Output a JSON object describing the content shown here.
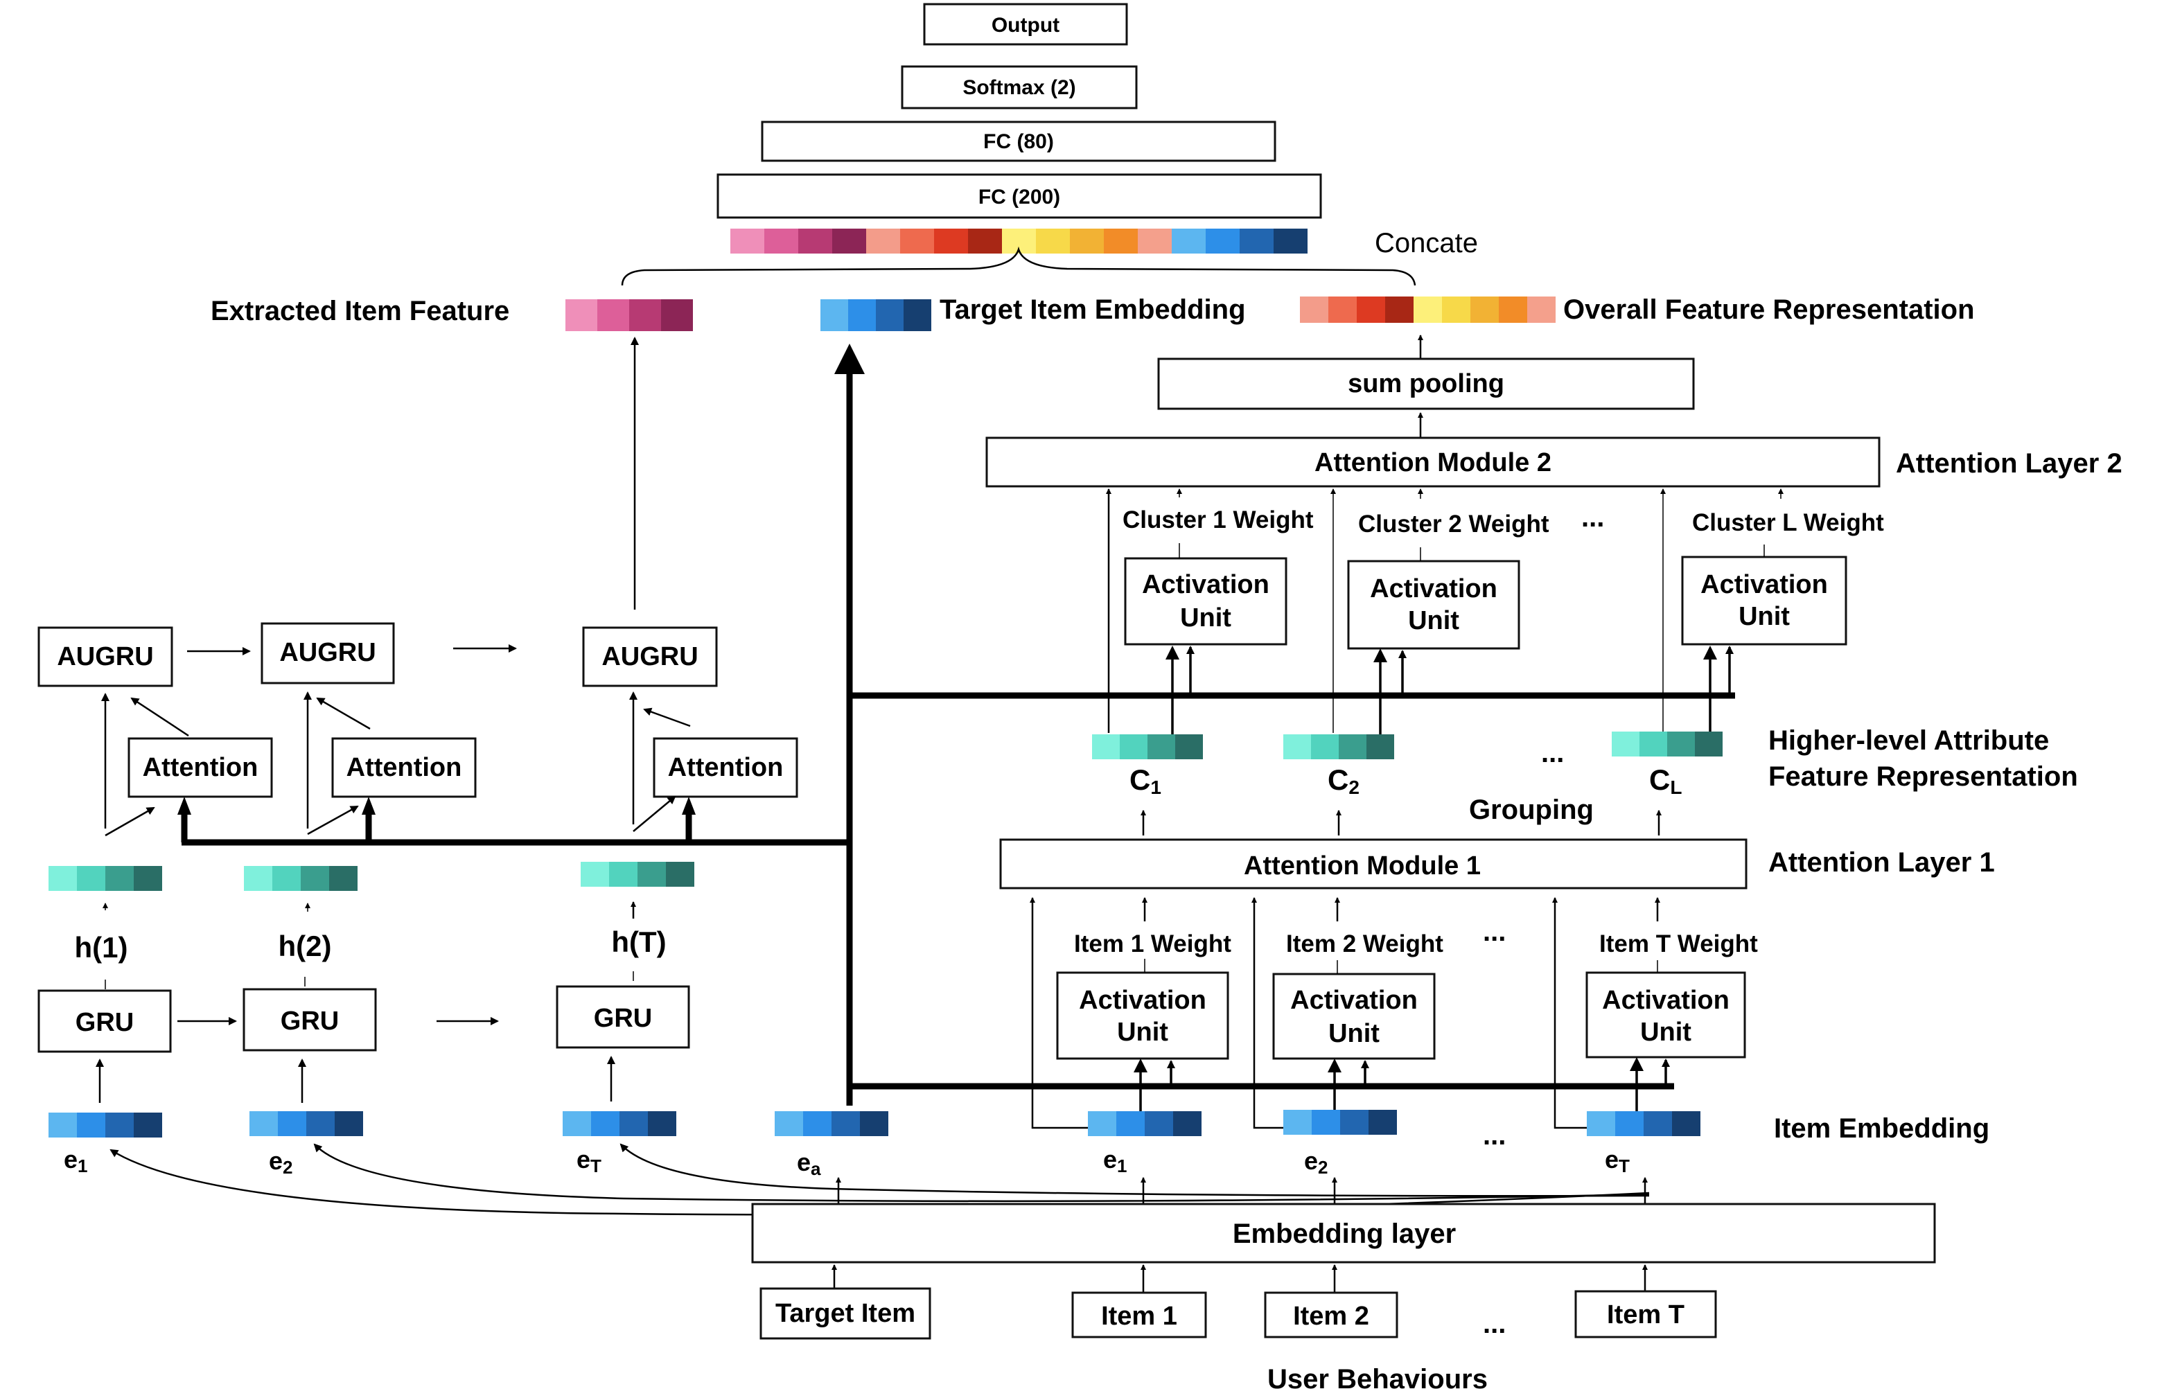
{
  "top_stack": {
    "output": "Output",
    "softmax": "Softmax (2)",
    "fc80": "FC (80)",
    "fc200": "FC (200)",
    "concate": "Concate"
  },
  "labels": {
    "extracted_item_feature": "Extracted Item Feature",
    "target_item_embedding": "Target Item Embedding",
    "overall_feature_representation": "Overall Feature Representation",
    "sum_pooling": "sum pooling",
    "attention_module_2": "Attention Module 2",
    "attention_layer_2": "Attention Layer 2",
    "cluster_1_weight": "Cluster 1 Weight",
    "cluster_2_weight": "Cluster 2 Weight",
    "cluster_l_weight": "Cluster L Weight",
    "activation_line1": "Activation",
    "activation_line2": "Unit",
    "higher_level_line1": "Higher-level Attribute",
    "higher_level_line2": "Feature Representation",
    "c1": "C",
    "c2": "C",
    "cl": "C",
    "c1_sub": "1",
    "c2_sub": "2",
    "cl_sub": "L",
    "grouping": "Grouping",
    "attention_module_1": "Attention Module 1",
    "attention_layer_1": "Attention Layer 1",
    "item_1_weight": "Item 1 Weight",
    "item_2_weight": "Item 2 Weight",
    "item_t_weight": "Item T Weight",
    "item_embedding": "Item Embedding",
    "embedding_layer": "Embedding layer",
    "user_behaviours": "User Behaviours",
    "ellipsis": "...",
    "augru": "AUGRU",
    "attention": "Attention",
    "gru": "GRU",
    "h1": "h(1)",
    "h2": "h(2)",
    "hT": "h(T)",
    "e": "e",
    "e1_sub": "1",
    "e2_sub": "2",
    "eT_sub": "T",
    "ea_sub": "a"
  },
  "inputs": {
    "target_item": "Target Item",
    "item_1": "Item 1",
    "item_2": "Item 2",
    "item_t": "Item T"
  },
  "colors": {
    "concat_bar": [
      "#ef8fb9",
      "#dd5f99",
      "#b73a73",
      "#8c2556",
      "#f39c8a",
      "#ee6a4e",
      "#dd3a22",
      "#a82715",
      "#fdf07a",
      "#f7d949",
      "#f2b234",
      "#f28c28",
      "#f4a08c",
      "#5cb6f0",
      "#2d8fe8",
      "#2266b0",
      "#163f70"
    ],
    "extracted_feature": [
      "#ef8fb9",
      "#dd5f99",
      "#b73a73",
      "#8c2556"
    ],
    "blue_embedding": [
      "#5cb6f0",
      "#2d8fe8",
      "#2266b0",
      "#163f70"
    ],
    "overall_feature": [
      "#f39c8a",
      "#ee6a4e",
      "#dd3a22",
      "#a82715",
      "#fdf07a",
      "#f7d949",
      "#f2b234",
      "#f28c28",
      "#f4a08c"
    ],
    "teal_vector": [
      "#7ff0dc",
      "#52d3be",
      "#3a9e8e",
      "#2a6e66"
    ]
  }
}
